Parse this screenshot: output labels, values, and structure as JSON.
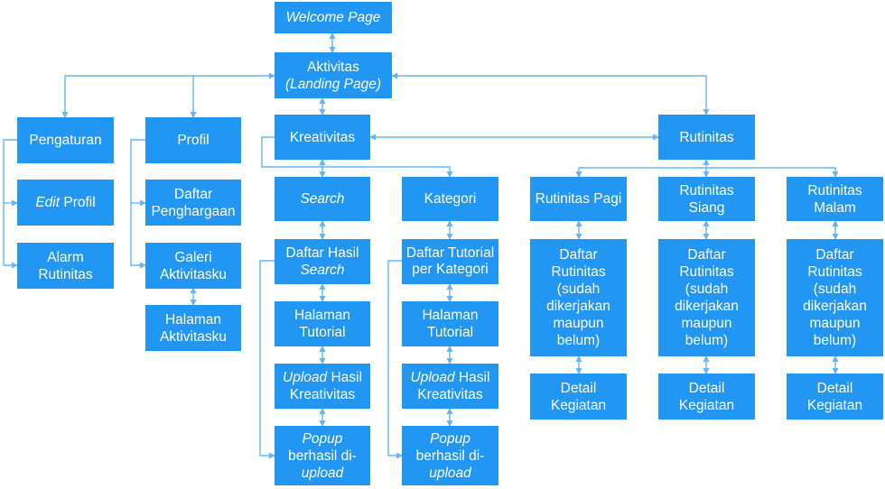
{
  "nodes": {
    "welcome": {
      "text": "Welcome Page"
    },
    "aktivitas": {
      "line1": "Aktivitas",
      "line2": "(Landing Page)"
    },
    "pengaturan": {
      "text": "Pengaturan"
    },
    "edit_profil": {
      "em": "Edit",
      "rest": " Profil"
    },
    "alarm": {
      "text": "Alarm Rutinitas"
    },
    "profil": {
      "text": "Profil"
    },
    "daftar_penghargaan": {
      "text": "Daftar Penghargaan"
    },
    "galeri": {
      "text": "Galeri Aktivitasku"
    },
    "halaman_aktivitasku": {
      "text": "Halaman Aktivitasku"
    },
    "kreativitas": {
      "text": "Kreativitas"
    },
    "search": {
      "text": "Search"
    },
    "daftar_hasil_search": {
      "line1": "Daftar Hasil",
      "line2": "Search"
    },
    "halaman_tutorial_1": {
      "text": "Halaman Tutorial"
    },
    "upload_1": {
      "em": "Upload",
      "rest": " Hasil Kreativitas"
    },
    "popup_1": {
      "em": "Popup",
      "rest": " berhasil di-",
      "em2": "upload"
    },
    "kategori": {
      "text": "Kategori"
    },
    "daftar_tutorial_kategori": {
      "text": "Daftar Tutorial per Kategori"
    },
    "halaman_tutorial_2": {
      "text": "Halaman Tutorial"
    },
    "upload_2": {
      "em": "Upload",
      "rest": " Hasil Kreativitas"
    },
    "popup_2": {
      "em": "Popup",
      "rest": " berhasil di-",
      "em2": "upload"
    },
    "rutinitas": {
      "text": "Rutinitas"
    },
    "rutinitas_pagi": {
      "text": "Rutinitas Pagi"
    },
    "rutinitas_siang": {
      "text": "Rutinitas Siang"
    },
    "rutinitas_malam": {
      "text": "Rutinitas Malam"
    },
    "daftar_rutinitas_pagi": {
      "text": "Daftar Rutinitas (sudah dikerjakan maupun belum)"
    },
    "daftar_rutinitas_siang": {
      "text": "Daftar Rutinitas (sudah dikerjakan maupun belum)"
    },
    "daftar_rutinitas_malam": {
      "text": "Daftar Rutinitas (sudah dikerjakan maupun belum)"
    },
    "detail_pagi": {
      "text": "Detail Kegiatan"
    },
    "detail_siang": {
      "text": "Detail Kegiatan"
    },
    "detail_malam": {
      "text": "Detail Kegiatan"
    }
  },
  "colors": {
    "node_fill": "#2196f3",
    "node_text": "#ffffff",
    "connector": "#64b5f6"
  }
}
